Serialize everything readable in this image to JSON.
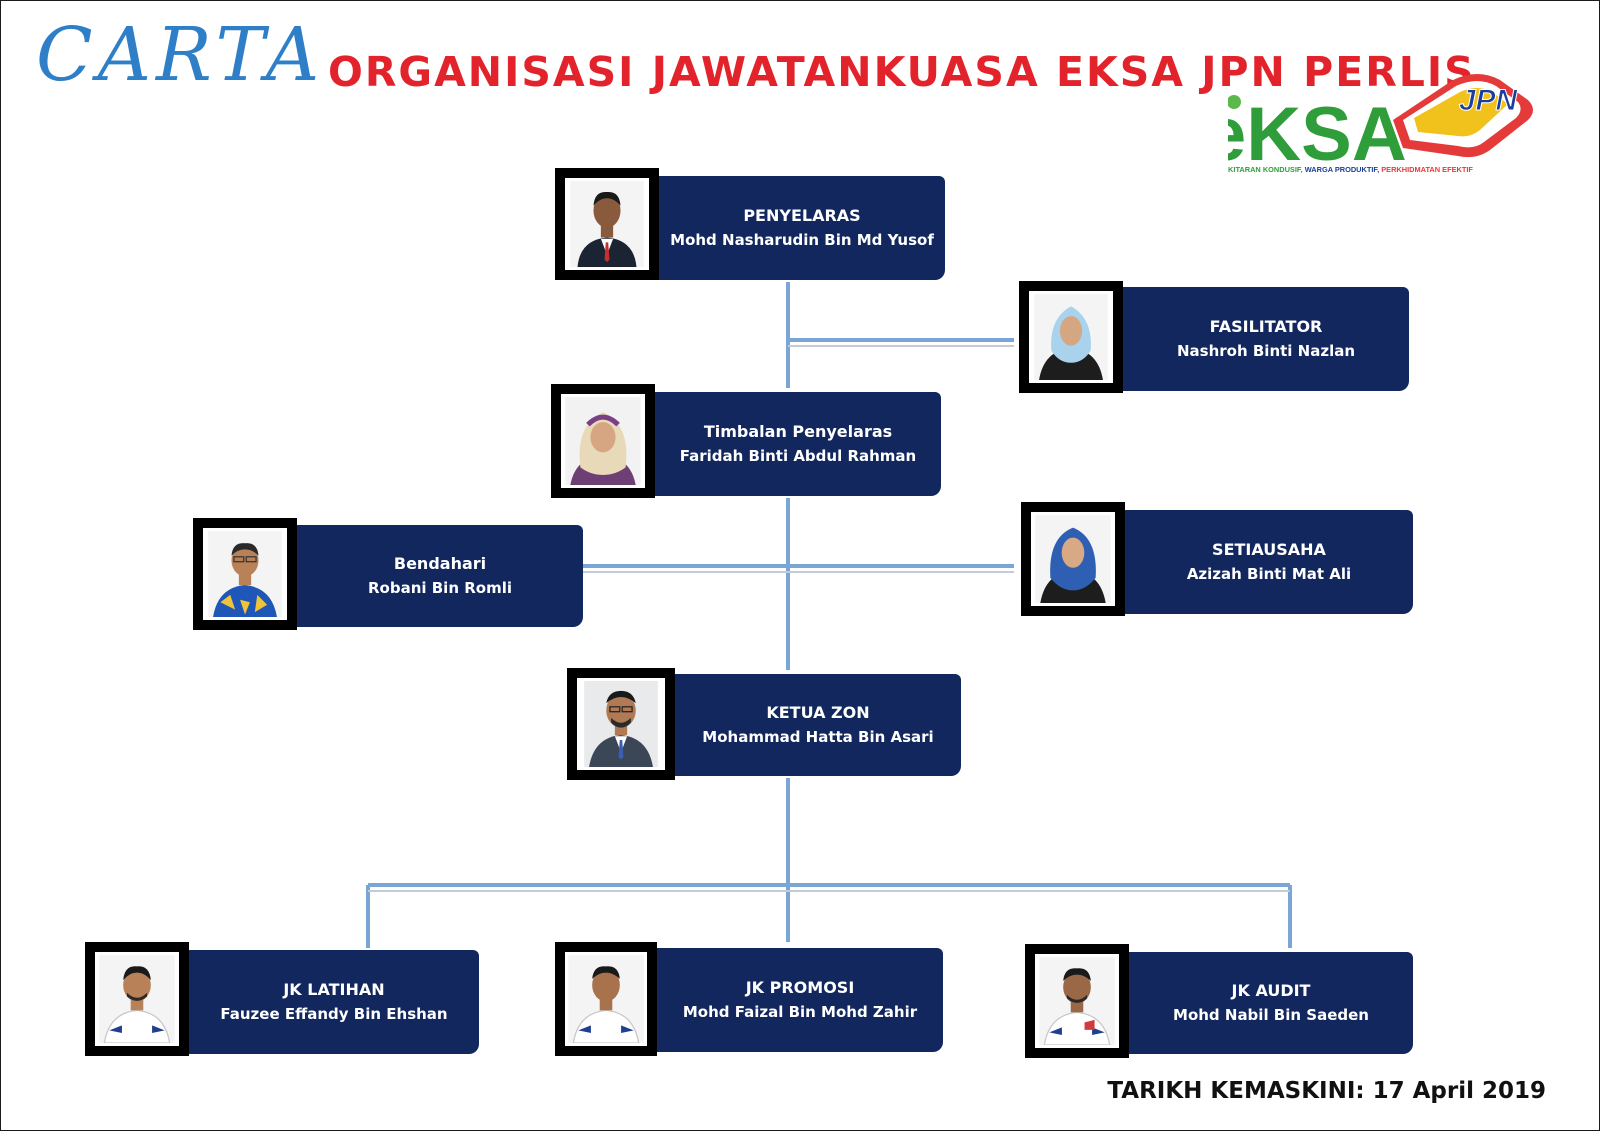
{
  "header": {
    "title_prefix": "CARTA",
    "title_main": "ORGANISASI JAWATANKUASA EKSA JPN PERLIS"
  },
  "logo": {
    "text": "eKSA",
    "badge_text": "JPN",
    "tagline_part1": "PERSEKITARAN KONDUSIF,",
    "tagline_part2": "WARGA PRODUKTIF,",
    "tagline_part3": "PERKHIDMATAN EFEKTIF"
  },
  "members": {
    "penyelaras": {
      "role": "PENYELARAS",
      "name": "Mohd Nasharudin Bin Md Yusof"
    },
    "fasilitator": {
      "role": "FASILITATOR",
      "name": "Nashroh Binti Nazlan"
    },
    "timbalan": {
      "role": "Timbalan Penyelaras",
      "name": "Faridah Binti Abdul Rahman"
    },
    "bendahari": {
      "role": "Bendahari",
      "name": "Robani Bin Romli"
    },
    "setiausaha": {
      "role": "SETIAUSAHA",
      "name": "Azizah Binti Mat Ali"
    },
    "ketua_zon": {
      "role": "KETUA ZON",
      "name": "Mohammad Hatta Bin Asari"
    },
    "jk_latihan": {
      "role": "JK LATIHAN",
      "name": "Fauzee Effandy Bin Ehshan"
    },
    "jk_promosi": {
      "role": "JK PROMOSI",
      "name": "Mohd Faizal Bin Mohd Zahir"
    },
    "jk_audit": {
      "role": "JK AUDIT",
      "name": "Mohd Nabil Bin Saeden"
    }
  },
  "footer": {
    "updated": "TARIKH KEMASKINI: 17 April 2019"
  },
  "colors": {
    "card": "#12275e",
    "title_red": "#e3232b",
    "carta_blue": "#2f7fc8",
    "connector": "#7aa6d6"
  }
}
